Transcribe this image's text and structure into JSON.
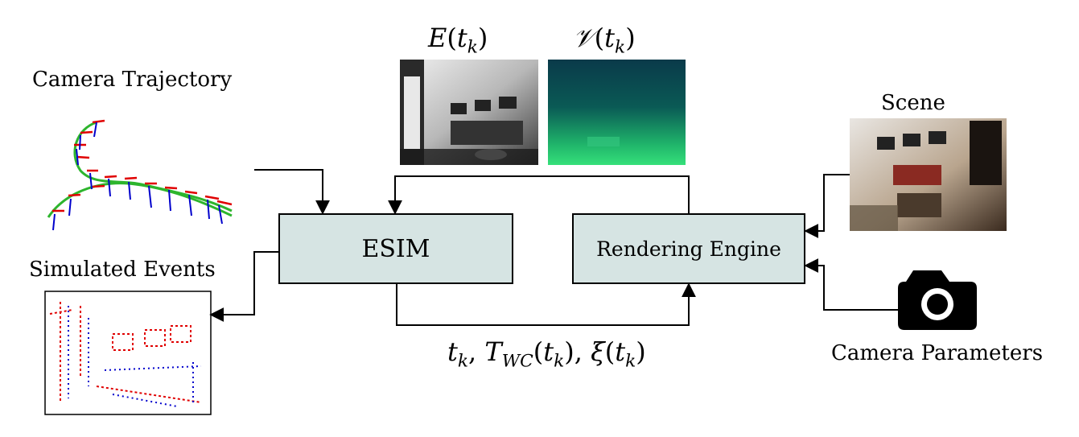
{
  "labels": {
    "camera_trajectory": "Camera Trajectory",
    "simulated_events": "Simulated Events",
    "scene": "Scene",
    "camera_parameters": "Camera Parameters"
  },
  "boxes": {
    "esim": "ESIM",
    "rendering_engine": "Rendering Engine"
  },
  "math": {
    "intensity_image": {
      "symbol": "E",
      "open": "(",
      "var": "t",
      "sub": "k",
      "close": ")"
    },
    "velocity_map": {
      "symbol": "𝒱",
      "open": "(",
      "var": "t",
      "sub": "k",
      "close": ")"
    },
    "query": {
      "t": "t",
      "t_sub": "k",
      "sep1": ", ",
      "T": "T",
      "T_sub": "WC",
      "open1": "(",
      "t2": "t",
      "t2_sub": "k",
      "close1": ")",
      "sep2": ", ",
      "xi": "ξ",
      "open2": "(",
      "t3": "t",
      "t3_sub": "k",
      "close2": ")"
    }
  },
  "colors": {
    "box_fill": "#d6e4e3",
    "trajectory": "#2db52d",
    "axis_x": "#e00000",
    "axis_z": "#0000cc",
    "event_pos": "#e00000",
    "event_neg": "#0000cc"
  }
}
